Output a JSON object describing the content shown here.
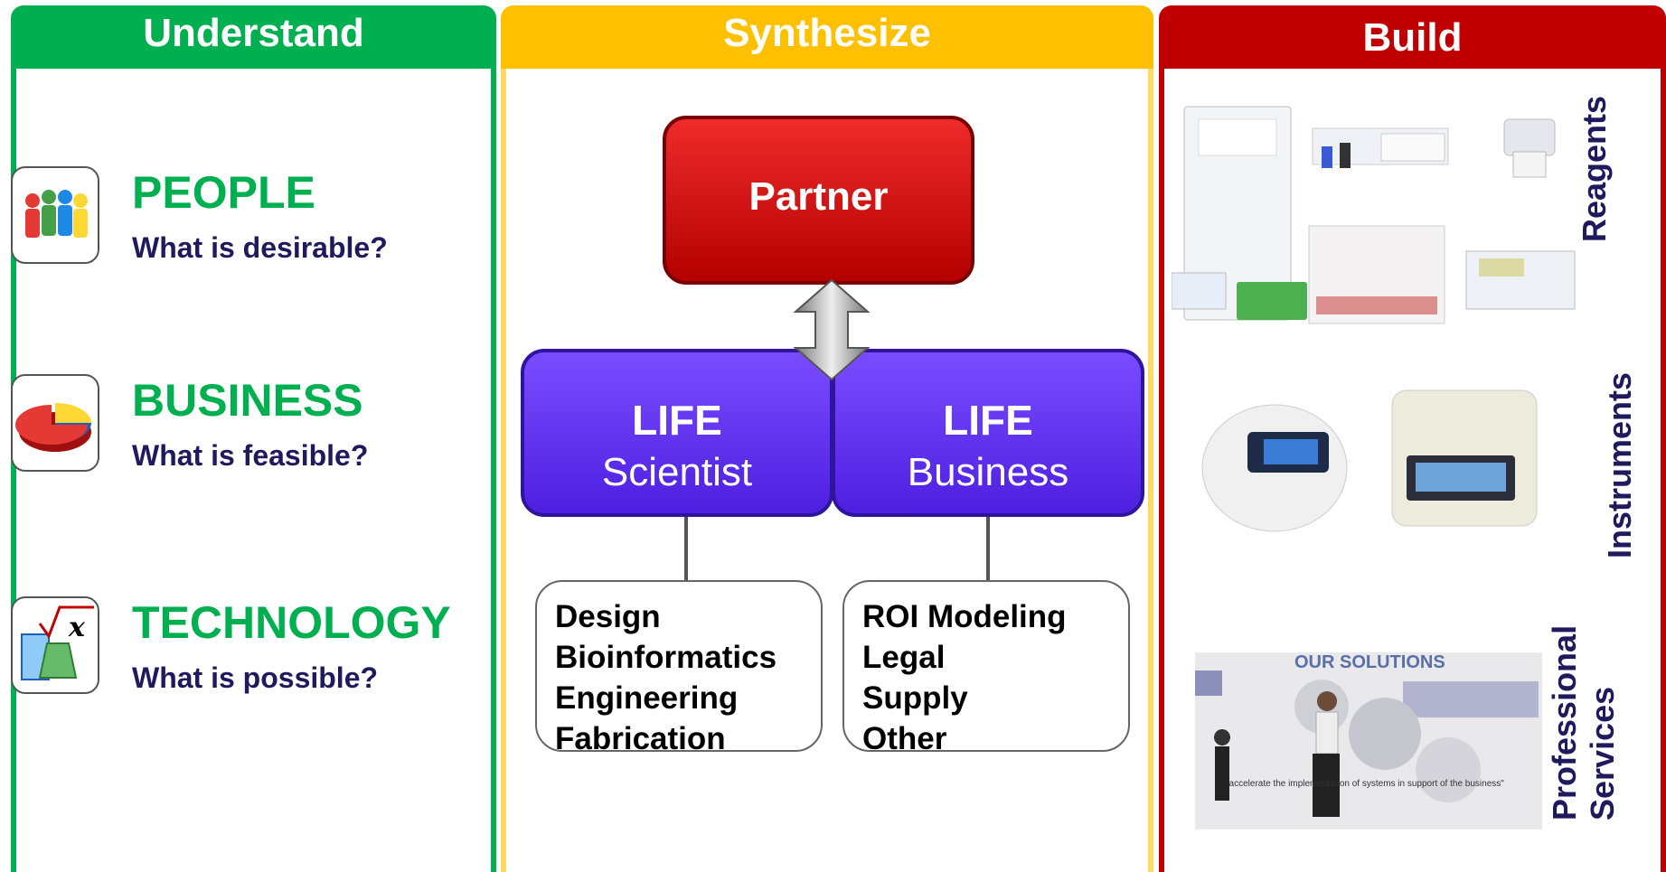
{
  "columns": {
    "understand": {
      "header": "Understand",
      "color": "#00b050"
    },
    "synthesize": {
      "header": "Synthesize",
      "color": "#ffc000"
    },
    "build": {
      "header": "Build",
      "color": "#c00000"
    }
  },
  "understand_items": [
    {
      "title": "PEOPLE",
      "subtitle": "What is desirable?",
      "icon": "people-icon"
    },
    {
      "title": "BUSINESS",
      "subtitle": "What is feasible?",
      "icon": "pie-chart-icon"
    },
    {
      "title": "TECHNOLOGY",
      "subtitle": "What is possible?",
      "icon": "formula-flask-icon"
    }
  ],
  "synthesize": {
    "partner": "Partner",
    "life_scientist": {
      "line1": "LIFE",
      "line2": "Scientist"
    },
    "life_business": {
      "line1": "LIFE",
      "line2": "Business"
    },
    "scientist_list": [
      "Design",
      "Bioinformatics",
      "Engineering",
      "Fabrication"
    ],
    "business_list": [
      "ROI Modeling",
      "Legal",
      "Supply",
      "Other"
    ]
  },
  "build": {
    "reagents_label": "Reagents",
    "instruments_label": "Instruments",
    "services_label_line1": "Professional",
    "services_label_line2": "Services",
    "services_image_title": "OUR SOLUTIONS",
    "services_image_caption": "\"accelerate the implementation of systems in support of the business\""
  }
}
